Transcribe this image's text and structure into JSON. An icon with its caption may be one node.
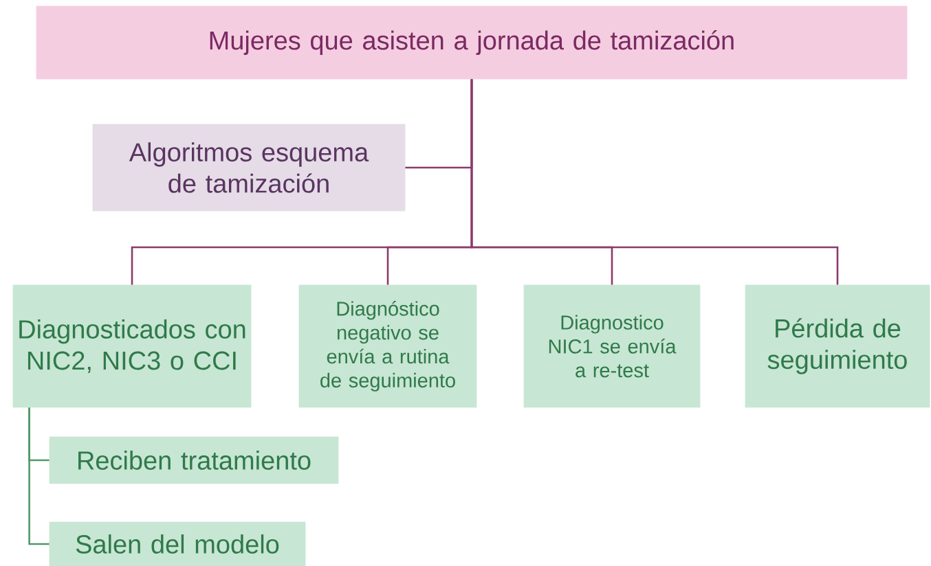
{
  "diagram": {
    "nodes": [
      {
        "text": [
          "Mujeres  que asisten a jornada de tamización"
        ]
      },
      {
        "text": [
          "Algoritmos esquema de tamización"
        ]
      },
      {
        "text": [
          "Diagnosticados con NIC2, NIC3 o CCI"
        ]
      },
      {
        "text": [
          "Diagnóstico negativo se envía a rutina de seguimiento"
        ]
      },
      {
        "text": [
          "Diagnostico NIC1 se envía a re-test"
        ]
      },
      {
        "text": [
          "Pérdida de seguimiento"
        ]
      },
      {
        "text": [
          "Reciben tratamiento"
        ]
      },
      {
        "text": [
          "Salen del modelo"
        ]
      }
    ],
    "edges": [
      {
        "from": 0,
        "to": 1,
        "arrow": "none"
      },
      {
        "from": 0,
        "to": 2,
        "arrow": "none"
      },
      {
        "from": 0,
        "to": 3,
        "arrow": "none"
      },
      {
        "from": 0,
        "to": 4,
        "arrow": "none"
      },
      {
        "from": 0,
        "to": 5,
        "arrow": "none"
      },
      {
        "from": 2,
        "to": 6,
        "arrow": "none",
        "color": "#4f9a68"
      },
      {
        "from": 2,
        "to": 7,
        "arrow": "none",
        "color": "#4f9a68"
      }
    ]
  }
}
